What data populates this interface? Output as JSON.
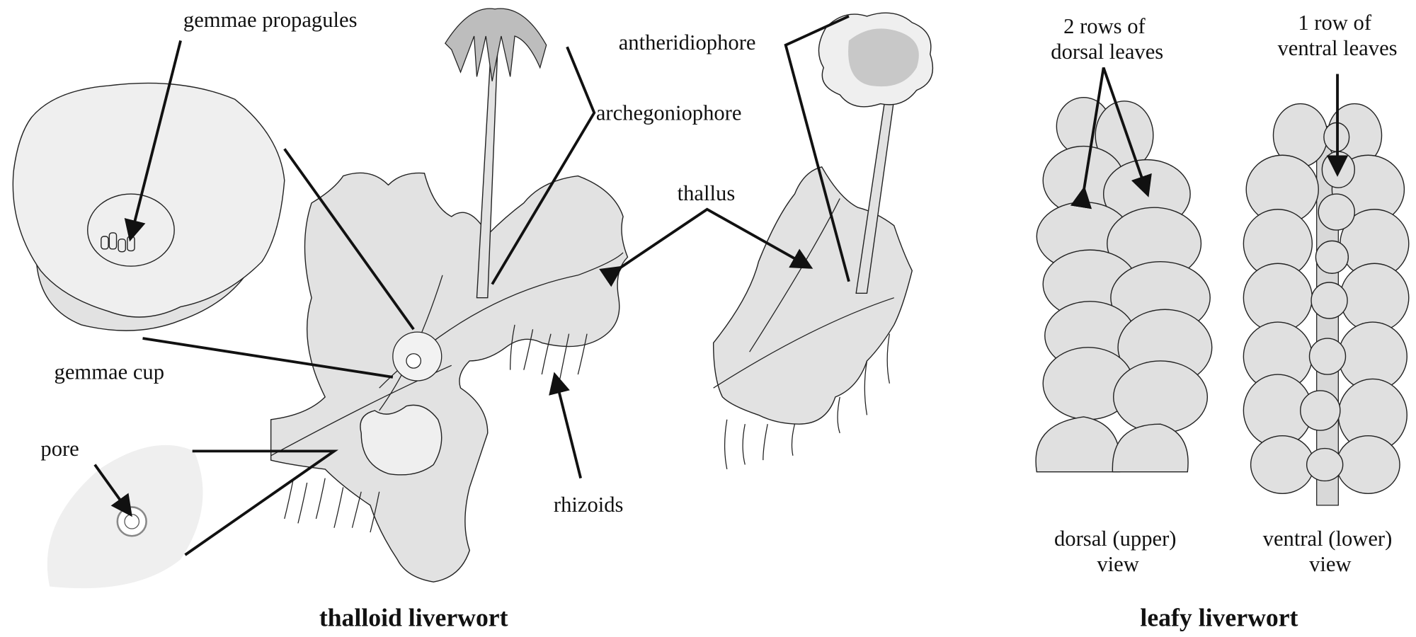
{
  "labels": {
    "gemmae_propagules": "gemmae propagules",
    "archegoniophore": "archegoniophore",
    "antheridiophore": "antheridiophore",
    "thallus": "thallus",
    "gemmae_cup": "gemmae cup",
    "pore": "pore",
    "rhizoids": "rhizoids",
    "dorsal_rows_line1": "2 rows of",
    "dorsal_rows_line2": "dorsal leaves",
    "ventral_row_line1": "1 row of",
    "ventral_row_line2": "ventral leaves",
    "dorsal_view_line1": "dorsal (upper)",
    "dorsal_view_line2": "view",
    "ventral_view_line1": "ventral (lower)",
    "ventral_view_line2": "view"
  },
  "titles": {
    "thalloid": "thalloid liverwort",
    "leafy": "leafy liverwort"
  }
}
